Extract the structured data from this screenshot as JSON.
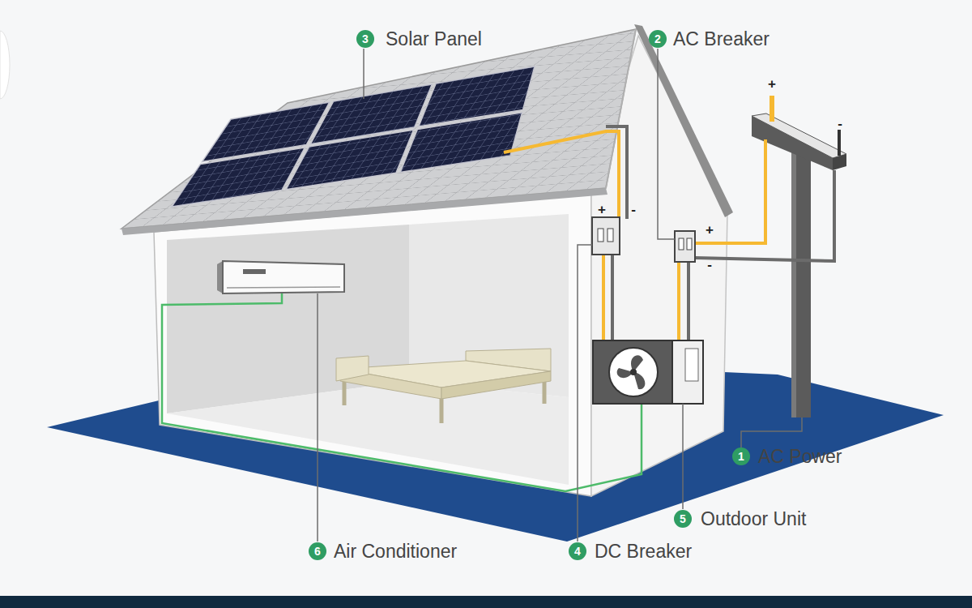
{
  "diagram": {
    "nodes": [
      {
        "text": [
          "3",
          "Solar Panel"
        ]
      },
      {
        "text": [
          "2",
          "AC Breaker"
        ]
      },
      {
        "text": [
          "1",
          "AC Power"
        ]
      },
      {
        "text": [
          "5",
          "Outdoor Unit"
        ]
      },
      {
        "text": [
          "6",
          "Air Conditioner"
        ]
      },
      {
        "text": [
          "4",
          "DC Breaker"
        ]
      }
    ],
    "labels": [
      "+",
      "-",
      "+",
      "-",
      "+",
      "-"
    ]
  }
}
